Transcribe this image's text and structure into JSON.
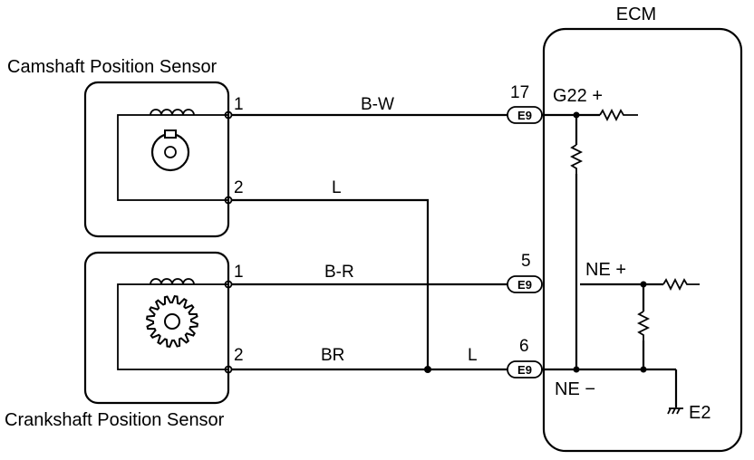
{
  "ecm": {
    "title": "ECM"
  },
  "camshaft_sensor": {
    "title": "Camshaft Position Sensor",
    "pin1": "1",
    "pin2": "2"
  },
  "crankshaft_sensor": {
    "title": "Crankshaft Position Sensor",
    "pin1": "1",
    "pin2": "2"
  },
  "wires": {
    "cam_pin1": "B-W",
    "cam_pin2": "L",
    "crank_pin1": "B-R",
    "crank_pin2": "BR",
    "to_ecm_pin6": "L"
  },
  "ecm_connectors": [
    {
      "pin": "17",
      "connector": "E9",
      "terminal": "G22 +"
    },
    {
      "pin": "5",
      "connector": "E9",
      "terminal": "NE +"
    },
    {
      "pin": "6",
      "connector": "E9",
      "terminal": "NE −"
    }
  ],
  "ecm_ground": {
    "label": "E2"
  }
}
